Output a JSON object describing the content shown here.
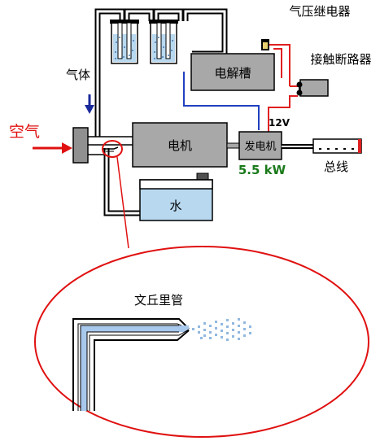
{
  "labels": {
    "pressure_relay": "气压继电器",
    "electrolyzer": "电解槽",
    "contactor": "接触断路器",
    "gas": "气体",
    "air": "空气",
    "motor": "电机",
    "generator": "发电机",
    "voltage": "12V",
    "power": "5.5 kW",
    "bus": "总线",
    "water": "水",
    "venturi": "文丘里管"
  },
  "colors": {
    "air_red": "#e01010",
    "power_green": "#1a7a1a",
    "gas_arrow_blue": "#1a2a9a",
    "wire_blue": "#2040c0",
    "wire_red": "#e02020",
    "box_gray": "#a8a8a8",
    "water_blue": "#b8d8f0",
    "inner_blue": "#a8c8ec",
    "spray_blue": "#90b8e0"
  }
}
